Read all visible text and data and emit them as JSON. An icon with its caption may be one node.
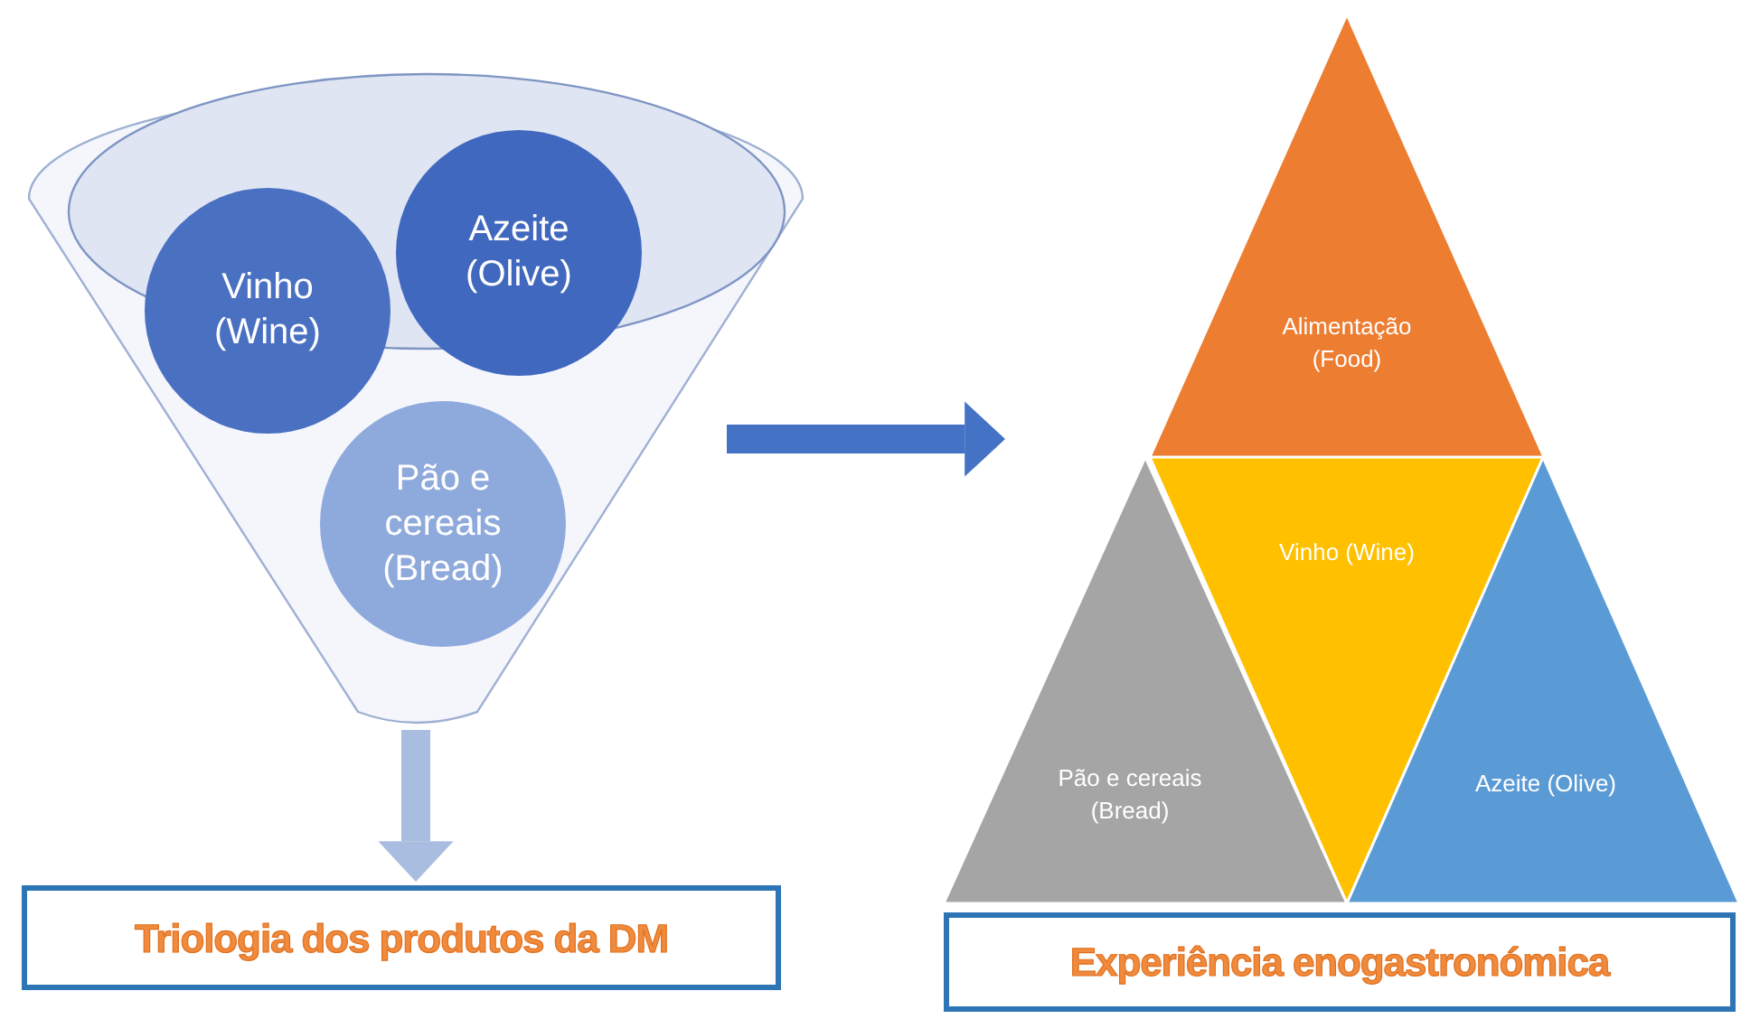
{
  "diagram": {
    "nodes": [
      {
        "text": [],
        "shape": "funnel"
      },
      {
        "text": [
          "Vinho (Wine)"
        ],
        "in": 0
      },
      {
        "text": [
          "Azeite (Olive)"
        ],
        "in": 0
      },
      {
        "text": [
          "Pão e cereais (Bread)"
        ],
        "in": 0
      },
      {
        "text": [
          "Triologia dos produtos da DM"
        ]
      },
      {
        "text": [],
        "shape": "triangle"
      },
      {
        "text": [
          "Alimentação (Food)"
        ],
        "in": 5
      },
      {
        "text": [
          "Vinho (Wine)"
        ],
        "in": 5
      },
      {
        "text": [
          "Pão e cereais (Bread)"
        ],
        "in": 5
      },
      {
        "text": [
          "Azeite (Olive)"
        ],
        "in": 5
      },
      {
        "text": [
          "Experiência enogastronómica"
        ]
      }
    ],
    "edges": [
      {
        "from": 0,
        "to": 4,
        "arrow": "to",
        "color": "#a9bde0"
      },
      {
        "from": 0,
        "to": 5,
        "arrow": "to",
        "color": "#4472c4"
      }
    ]
  }
}
